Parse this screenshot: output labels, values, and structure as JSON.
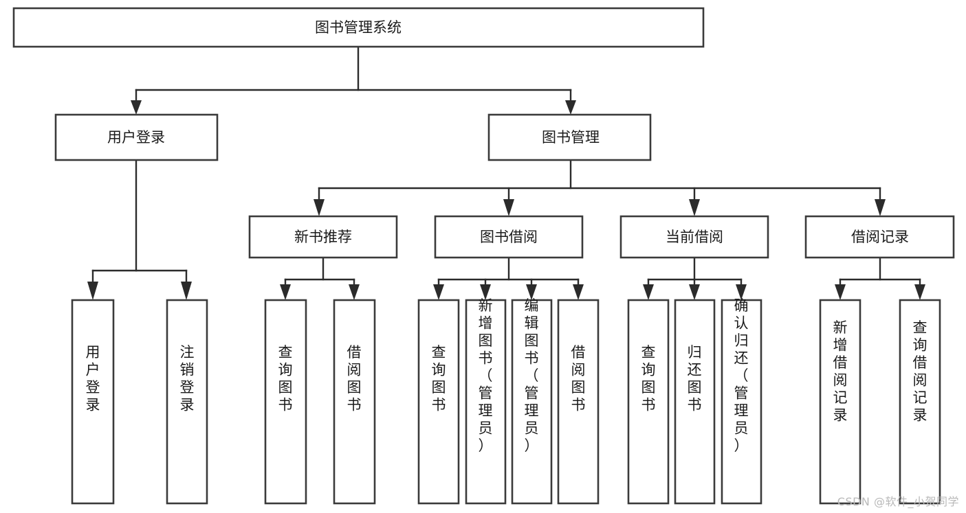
{
  "diagram": {
    "type": "tree-hierarchy",
    "title": "图书管理系统",
    "watermark": "CSDN @软件_小贺同学",
    "colors": {
      "background": "#ffffff",
      "node_fill": "#ffffff",
      "node_stroke": "#3a3a3a",
      "connector": "#2b2b2b",
      "label_text": "#1a1a1a",
      "watermark_text": "#b9b9b9"
    },
    "levels": {
      "root": {
        "label": "图书管理系统",
        "orientation": "horizontal"
      },
      "level2": [
        {
          "label": "用户登录",
          "orientation": "horizontal"
        },
        {
          "label": "图书管理",
          "orientation": "horizontal"
        }
      ],
      "level3": [
        {
          "label": "新书推荐",
          "orientation": "horizontal",
          "parent": "图书管理"
        },
        {
          "label": "图书借阅",
          "orientation": "horizontal",
          "parent": "图书管理"
        },
        {
          "label": "当前借阅",
          "orientation": "horizontal",
          "parent": "图书管理"
        },
        {
          "label": "借阅记录",
          "orientation": "horizontal",
          "parent": "图书管理"
        }
      ],
      "leaves": [
        {
          "label": "用户登录",
          "orientation": "vertical",
          "parent": "用户登录"
        },
        {
          "label": "注销登录",
          "orientation": "vertical",
          "parent": "用户登录"
        },
        {
          "label": "查询图书",
          "orientation": "vertical",
          "parent": "新书推荐"
        },
        {
          "label": "借阅图书",
          "orientation": "vertical",
          "parent": "新书推荐"
        },
        {
          "label": "查询图书",
          "orientation": "vertical",
          "parent": "图书借阅"
        },
        {
          "label": "新增图书（管理员）",
          "orientation": "vertical",
          "parent": "图书借阅"
        },
        {
          "label": "编辑图书（管理员）",
          "orientation": "vertical",
          "parent": "图书借阅"
        },
        {
          "label": "借阅图书",
          "orientation": "vertical",
          "parent": "图书借阅"
        },
        {
          "label": "查询图书",
          "orientation": "vertical",
          "parent": "当前借阅"
        },
        {
          "label": "归还图书",
          "orientation": "vertical",
          "parent": "当前借阅"
        },
        {
          "label": "确认归还（管理员）",
          "orientation": "vertical",
          "parent": "当前借阅"
        },
        {
          "label": "新增借阅记录",
          "orientation": "vertical",
          "parent": "借阅记录"
        },
        {
          "label": "查询借阅记录",
          "orientation": "vertical",
          "parent": "借阅记录"
        }
      ]
    }
  }
}
